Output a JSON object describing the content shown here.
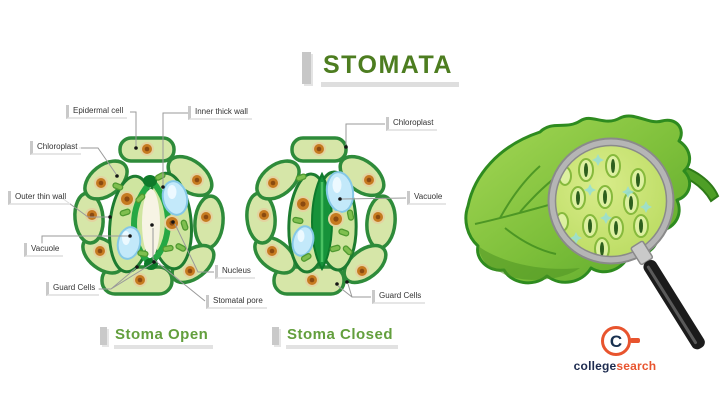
{
  "title": "STOMATA",
  "labels": {
    "epidermal_cell": "Epidermal cell",
    "inner_thick_wall": "Inner thick wall",
    "chloroplast_left": "Chloroplast",
    "outer_thin_wall": "Outer thin wall",
    "vacuole_left": "Vacuole",
    "guard_cells_left": "Guard Cells",
    "nucleus": "Nucleus",
    "stomatal_pore": "Stomatal pore",
    "chloroplast_right": "Chloroplast",
    "vacuole_right": "Vacuole",
    "guard_cells_right": "Guard Cells"
  },
  "captions": {
    "open": "Stoma Open",
    "closed": "Stoma Closed"
  },
  "logo": {
    "initial": "C",
    "college": "college",
    "search": "search"
  },
  "colors": {
    "title_green": "#4d7d20",
    "caption_green": "#639f3d",
    "cell_fill": "#d6e6a8",
    "cell_stroke": "#2e8b3a",
    "guard_cell_fill": "#cfe5a0",
    "guard_cell_stroke": "#1d7c30",
    "inner_wall_green": "#25a844",
    "pore_band_green": "#16923a",
    "vacuole_blue": "#c3e9fa",
    "nucleus_orange": "#c2701c",
    "leaf_green": "#7dbf3a",
    "lens_green": "#c9e472",
    "logo_orange": "#e8542e",
    "logo_navy": "#1d2b4f"
  }
}
